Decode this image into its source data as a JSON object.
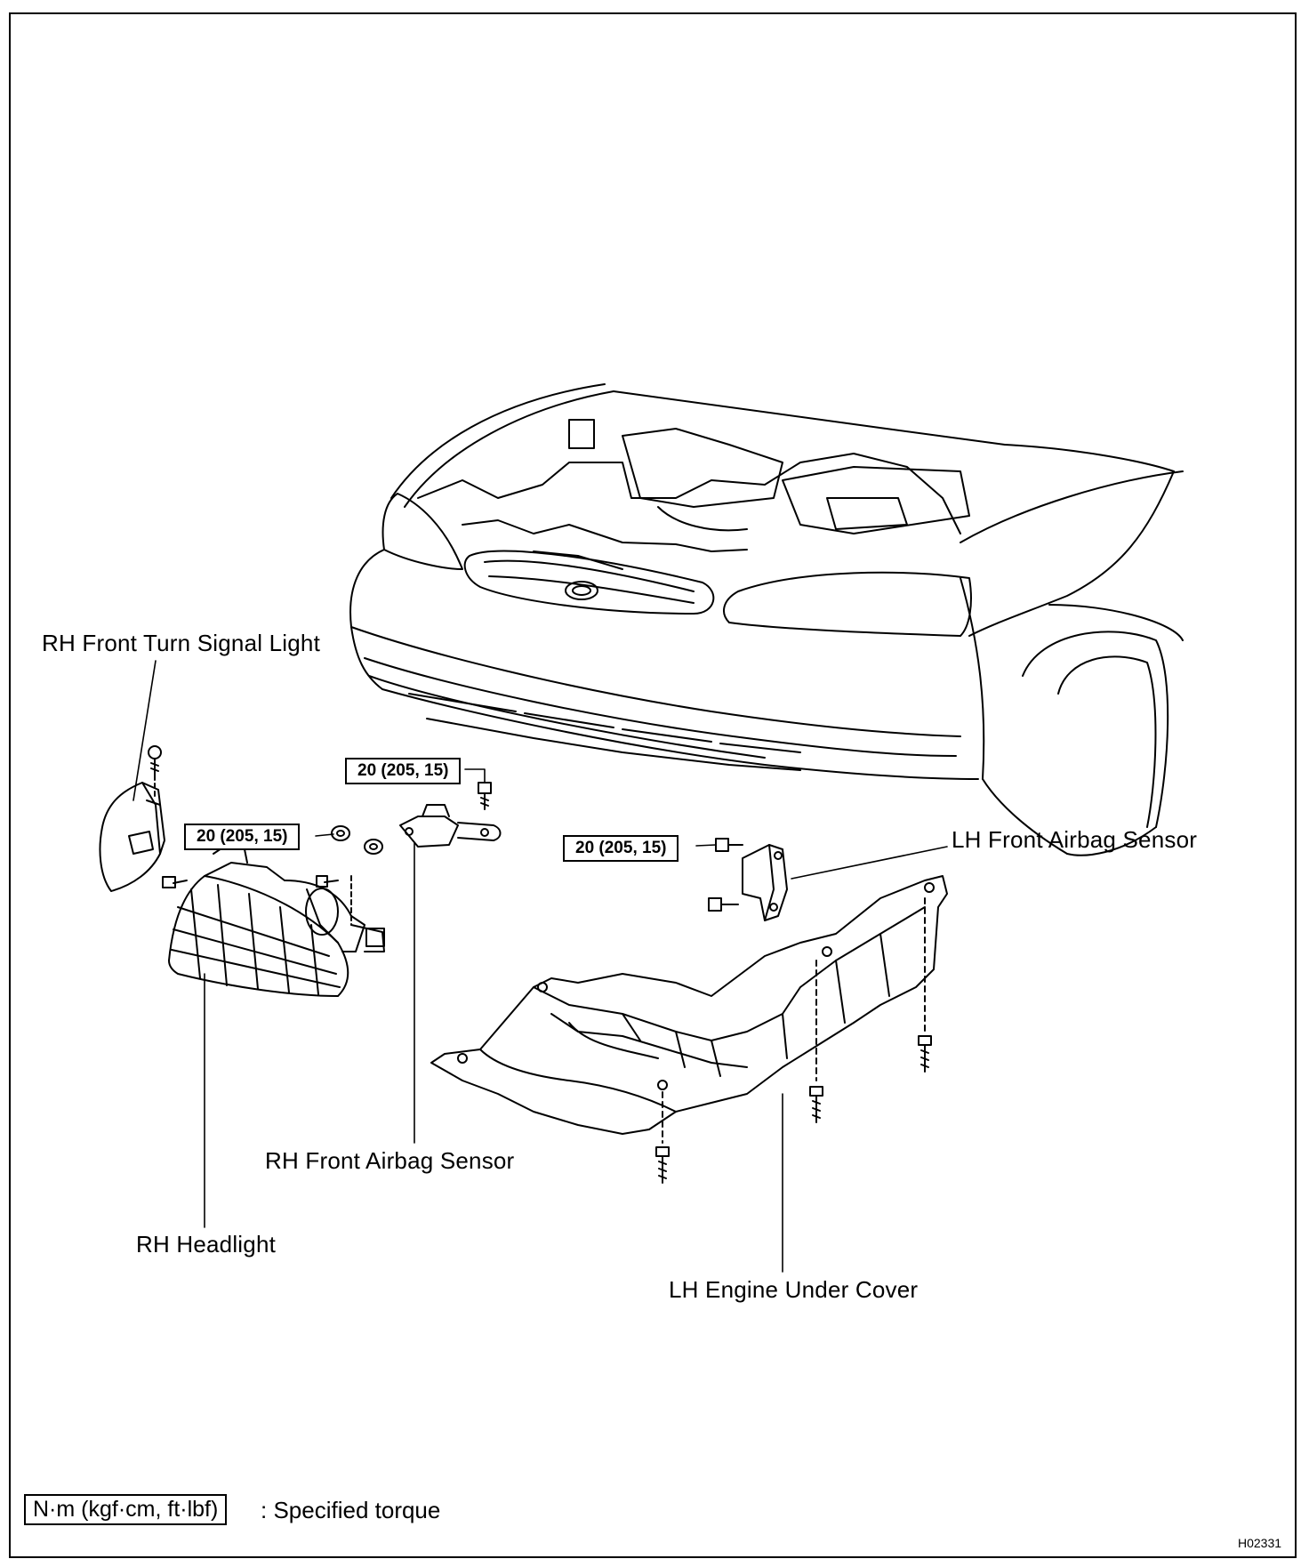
{
  "labels": {
    "rh_turn_signal": "RH Front Turn Signal Light",
    "lh_airbag_sensor": "LH Front Airbag Sensor",
    "rh_airbag_sensor": "RH Front Airbag Sensor",
    "rh_headlight": "RH Headlight",
    "lh_under_cover": "LH Engine Under Cover"
  },
  "torques": {
    "upper": "20 (205, 15)",
    "middle_left": "20 (205, 15)",
    "middle_right": "20 (205, 15)"
  },
  "legend": {
    "unit": "N·m (kgf·cm, ft·lbf)",
    "text": ": Specified torque"
  },
  "figure_code": "H02331"
}
